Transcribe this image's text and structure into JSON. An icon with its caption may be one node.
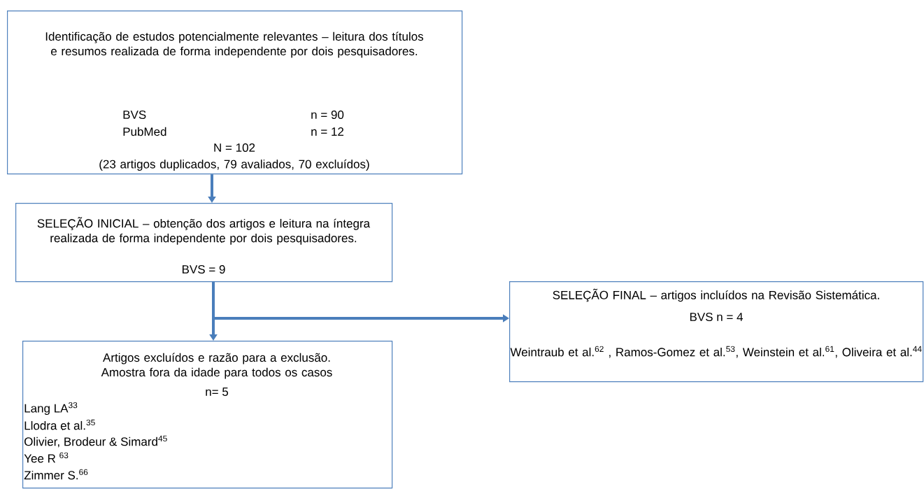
{
  "diagram": {
    "nodes": [
      {
        "text": [
          "Identificação de estudos potencialmente relevantes – leitura dos títulos e resumos realizada de forma independente por dois pesquisadores.",
          "BVS",
          "n = 90",
          "PubMed",
          "n = 12",
          "N = 102",
          "(23 artigos duplicados, 79 avaliados, 70 excluídos)"
        ]
      },
      {
        "text": [
          "SELEÇÃO INICIAL – obtenção dos artigos e leitura na íntegra realizada de forma independente por dois pesquisadores.",
          "BVS = 9"
        ]
      },
      {
        "text": [
          "Artigos excluídos e razão para a exclusão. Amostra fora da idade para todos os casos",
          "n= 5",
          "Lang LA$^{33}$",
          "Llodra et al.$^{35}$",
          "Olivier, Brodeur & Simard$^{45}$",
          "Yee R $^{63}$",
          "Zimmer S.$^{66}$"
        ]
      },
      {
        "text": [
          "SELEÇÃO FINAL – artigos incluídos na Revisão Sistemática.",
          "BVS n = 4",
          "Weintraub et al.$^{62}$ , Ramos-Gomez et al.$^{53}$, Weinstein et al.$^{61}$, Oliveira et al.$^{44}$"
        ]
      }
    ],
    "edges": [
      {
        "from": 0,
        "to": 1,
        "arrow": "to"
      },
      {
        "from": 1,
        "to": 2,
        "arrow": "to"
      },
      {
        "from": 1,
        "to": 3,
        "arrow": "to"
      }
    ]
  }
}
